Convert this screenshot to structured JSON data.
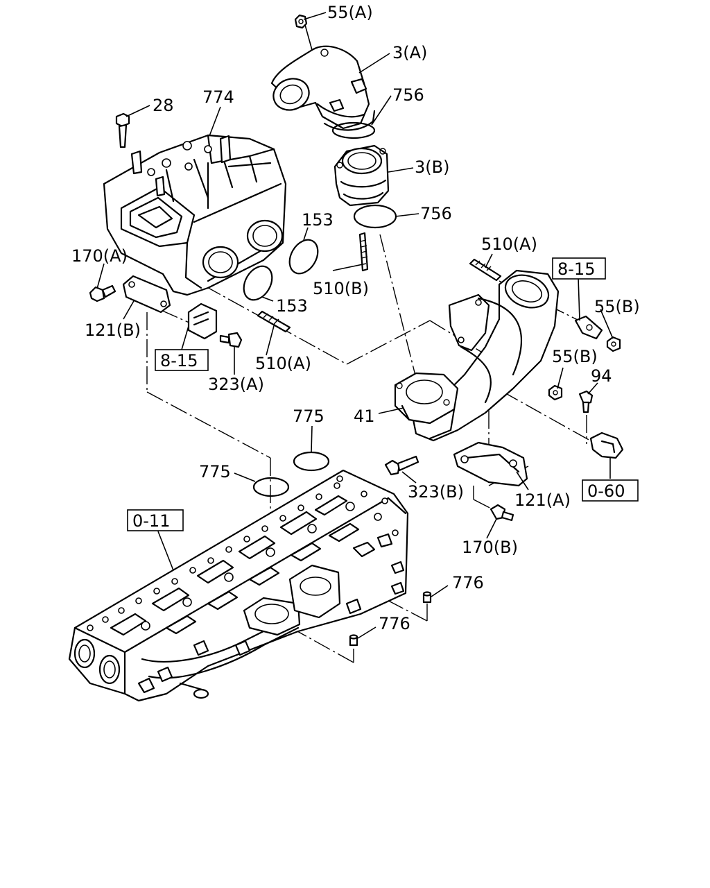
{
  "labels": {
    "p55a_top": "55(A)",
    "p3a": "3(A)",
    "p756_top": "756",
    "p28": "28",
    "p774": "774",
    "p3b": "3(B)",
    "p756_mid": "756",
    "p153_upper": "153",
    "p153_lower": "153",
    "p510b": "510(B)",
    "p170a": "170(A)",
    "p510a_right": "510(A)",
    "p55b_right": "55(B)",
    "p121b": "121(B)",
    "p510a_mid": "510(A)",
    "p323a": "323(A)",
    "p55b_mid": "55(B)",
    "p94": "94",
    "p41": "41",
    "p775_upper": "775",
    "p775_lower": "775",
    "p323b": "323(B)",
    "p121a": "121(A)",
    "p170b": "170(B)",
    "p776_upper": "776",
    "p776_lower": "776"
  },
  "refs": {
    "r815_right": "8-15",
    "r815_left": "8-15",
    "r060": "0-60",
    "r011": "0-11"
  }
}
